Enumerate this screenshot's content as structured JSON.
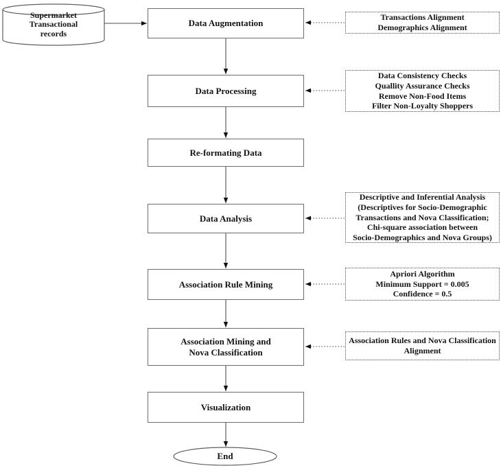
{
  "figure": {
    "source_node": {
      "lines": [
        "Supermarket",
        "Transactional",
        "records"
      ]
    },
    "steps": [
      {
        "label": [
          "Data Augmentation"
        ]
      },
      {
        "label": [
          "Data Processing"
        ]
      },
      {
        "label": [
          "Re-formating Data"
        ]
      },
      {
        "label": [
          "Data Analysis"
        ]
      },
      {
        "label": [
          "Association Rule Mining"
        ]
      },
      {
        "label": [
          "Association Mining and",
          "Nova Classification"
        ]
      },
      {
        "label": [
          "Visualization"
        ]
      }
    ],
    "annotations": [
      {
        "lines": [
          "Transactions Alignment",
          "Demographics Alignment"
        ]
      },
      {
        "lines": [
          "Data Consistency Checks",
          "Quallity Assurance Checks",
          "Remove Non-Food Items",
          "Filter Non-Loyalty Shoppers"
        ]
      },
      {
        "lines": [
          "Descriptive and Inferential Analysis",
          "(Descriptives for Socio-Demographic",
          "Transactions and Nova Classification;",
          "Chi-square association between",
          "Socio-Demographics and Nova Groups)"
        ]
      },
      {
        "lines": [
          "Apriori Algorithm",
          "Minimum Support = 0.005",
          "Confidence = 0.5"
        ]
      },
      {
        "lines": [
          "Association Rules and Nova Classification",
          "Alignment"
        ]
      }
    ],
    "end_node": {
      "label": "End"
    },
    "colors": {
      "background": "#ffffff",
      "box_border": "#6b6b6b",
      "annotation_border": "#4a4a4a",
      "connector_line": "#4d4d4d",
      "arrowhead": "#111111",
      "text": "#141414"
    }
  }
}
